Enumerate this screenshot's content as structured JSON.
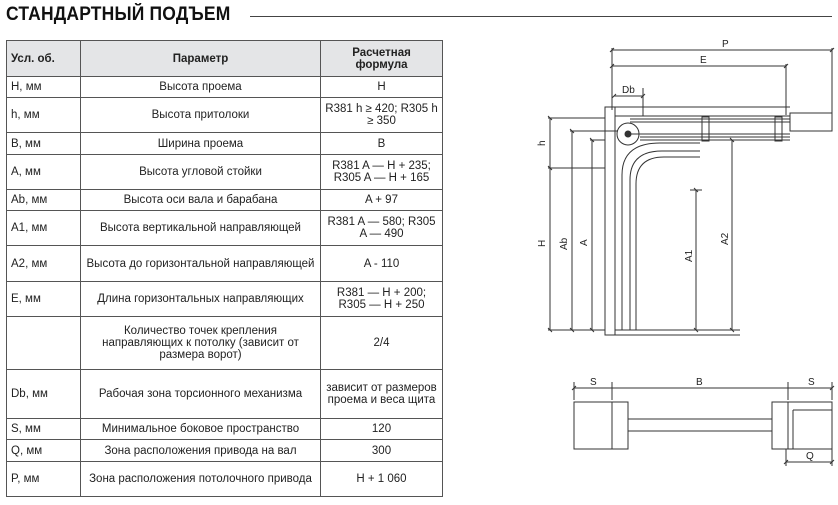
{
  "title": "СТАНДАРТНЫЙ ПОДЪЕМ",
  "table": {
    "headers": [
      "Усл. об.",
      "Параметр",
      "Расчетная формула"
    ],
    "rows": [
      {
        "symbol": "H, мм",
        "param": "Высота проема",
        "formula": "H"
      },
      {
        "symbol": "h, мм",
        "param": "Высота притолоки",
        "formula": "R381 h ≥ 420; R305 h ≥ 350"
      },
      {
        "symbol": "B, мм",
        "param": "Ширина проема",
        "formula": "B"
      },
      {
        "symbol": "A, мм",
        "param": "Высота угловой стойки",
        "formula": "R381 A — H + 235; R305 A — H + 165"
      },
      {
        "symbol": "Ab, мм",
        "param": "Высота оси вала и барабана",
        "formula": "A + 97"
      },
      {
        "symbol": "A1, мм",
        "param": "Высота вертикальной направляющей",
        "formula": "R381 A — 580; R305 A — 490"
      },
      {
        "symbol": "A2, мм",
        "param": "Высота до горизонтальной направляющей",
        "formula": "A - 110"
      },
      {
        "symbol": "E, мм",
        "param": "Длина горизонтальных направляющих",
        "formula": "R381 — H + 200; R305 — H + 250"
      },
      {
        "symbol": "",
        "param": "Количество точек крепления направляющих к потолку (зависит от размера ворот)",
        "formula": "2/4"
      },
      {
        "symbol": "Db, мм",
        "param": "Рабочая зона торсионного механизма",
        "formula": "зависит от размеров проема и веса щита"
      },
      {
        "symbol": "S, мм",
        "param": "Минимальное боковое пространство",
        "formula": "120"
      },
      {
        "symbol": "Q, мм",
        "param": "Зона расположения привода на вал",
        "formula": "300"
      },
      {
        "symbol": "P, мм",
        "param": "Зона расположения потолочного привода",
        "formula": "H + 1 060"
      }
    ]
  },
  "diagram_labels": {
    "P": "P",
    "E": "E",
    "Db": "Db",
    "h": "h",
    "H": "H",
    "Ab": "Ab",
    "A": "A",
    "A1": "A1",
    "A2": "A2",
    "S": "S",
    "B": "B",
    "Q": "Q"
  }
}
